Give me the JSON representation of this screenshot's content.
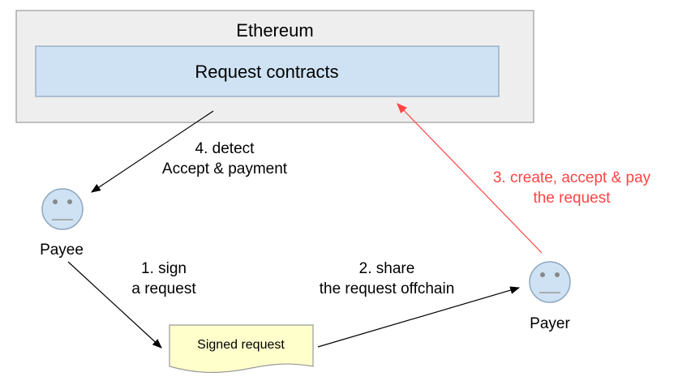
{
  "ethereum": {
    "title": "Ethereum",
    "contracts_label": "Request contracts"
  },
  "actors": {
    "payee": "Payee",
    "payer": "Payer"
  },
  "document": {
    "label": "Signed request"
  },
  "steps": {
    "sign": [
      "1. sign",
      "a request"
    ],
    "share": [
      "2. share",
      "the request offchain"
    ],
    "create": [
      "3. create, accept & pay",
      "the request"
    ],
    "detect": [
      "4. detect",
      "Accept & payment"
    ]
  },
  "colors": {
    "ethereum_fill": "#eeeeee",
    "ethereum_stroke": "#999999",
    "contracts_fill": "#cfe2f3",
    "contracts_stroke": "#8aa5bf",
    "document_fill": "#ffffcc",
    "face_fill": "#cfe2f3",
    "face_stroke": "#8ea6bf",
    "arrow_black": "#000000",
    "arrow_red": "#ff4444"
  }
}
